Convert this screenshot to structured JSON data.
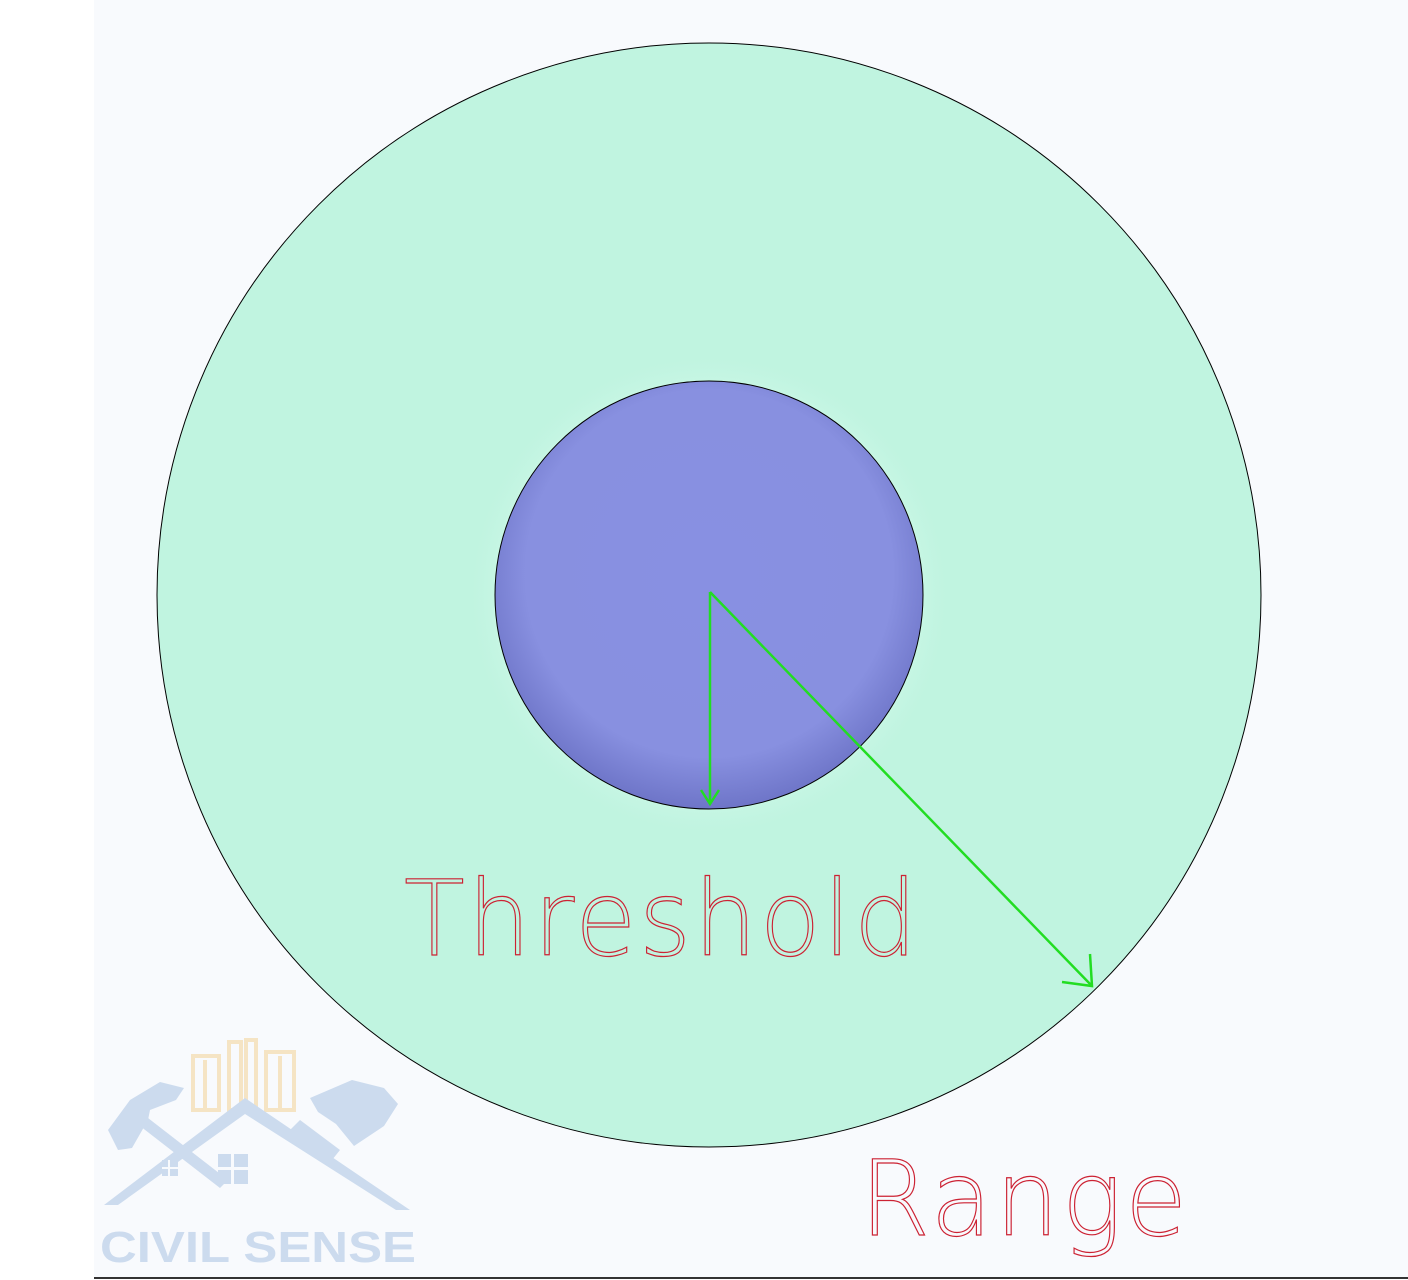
{
  "diagram": {
    "labels": {
      "threshold": "Threshold",
      "range": "Range"
    },
    "colors": {
      "background": "#f8fafd",
      "left_margin": "#ffffff",
      "range_fill": "#c0f4e0",
      "threshold_fill": "#8890e0",
      "outline": "#000000",
      "arrow": "#22dd22",
      "label_text": "#cc2233"
    },
    "watermark": {
      "text": "CIVIL SENSE",
      "colors": {
        "house": "#ccdbee",
        "buildings": "#f5e4c4",
        "text": "#ccdbee"
      }
    }
  }
}
